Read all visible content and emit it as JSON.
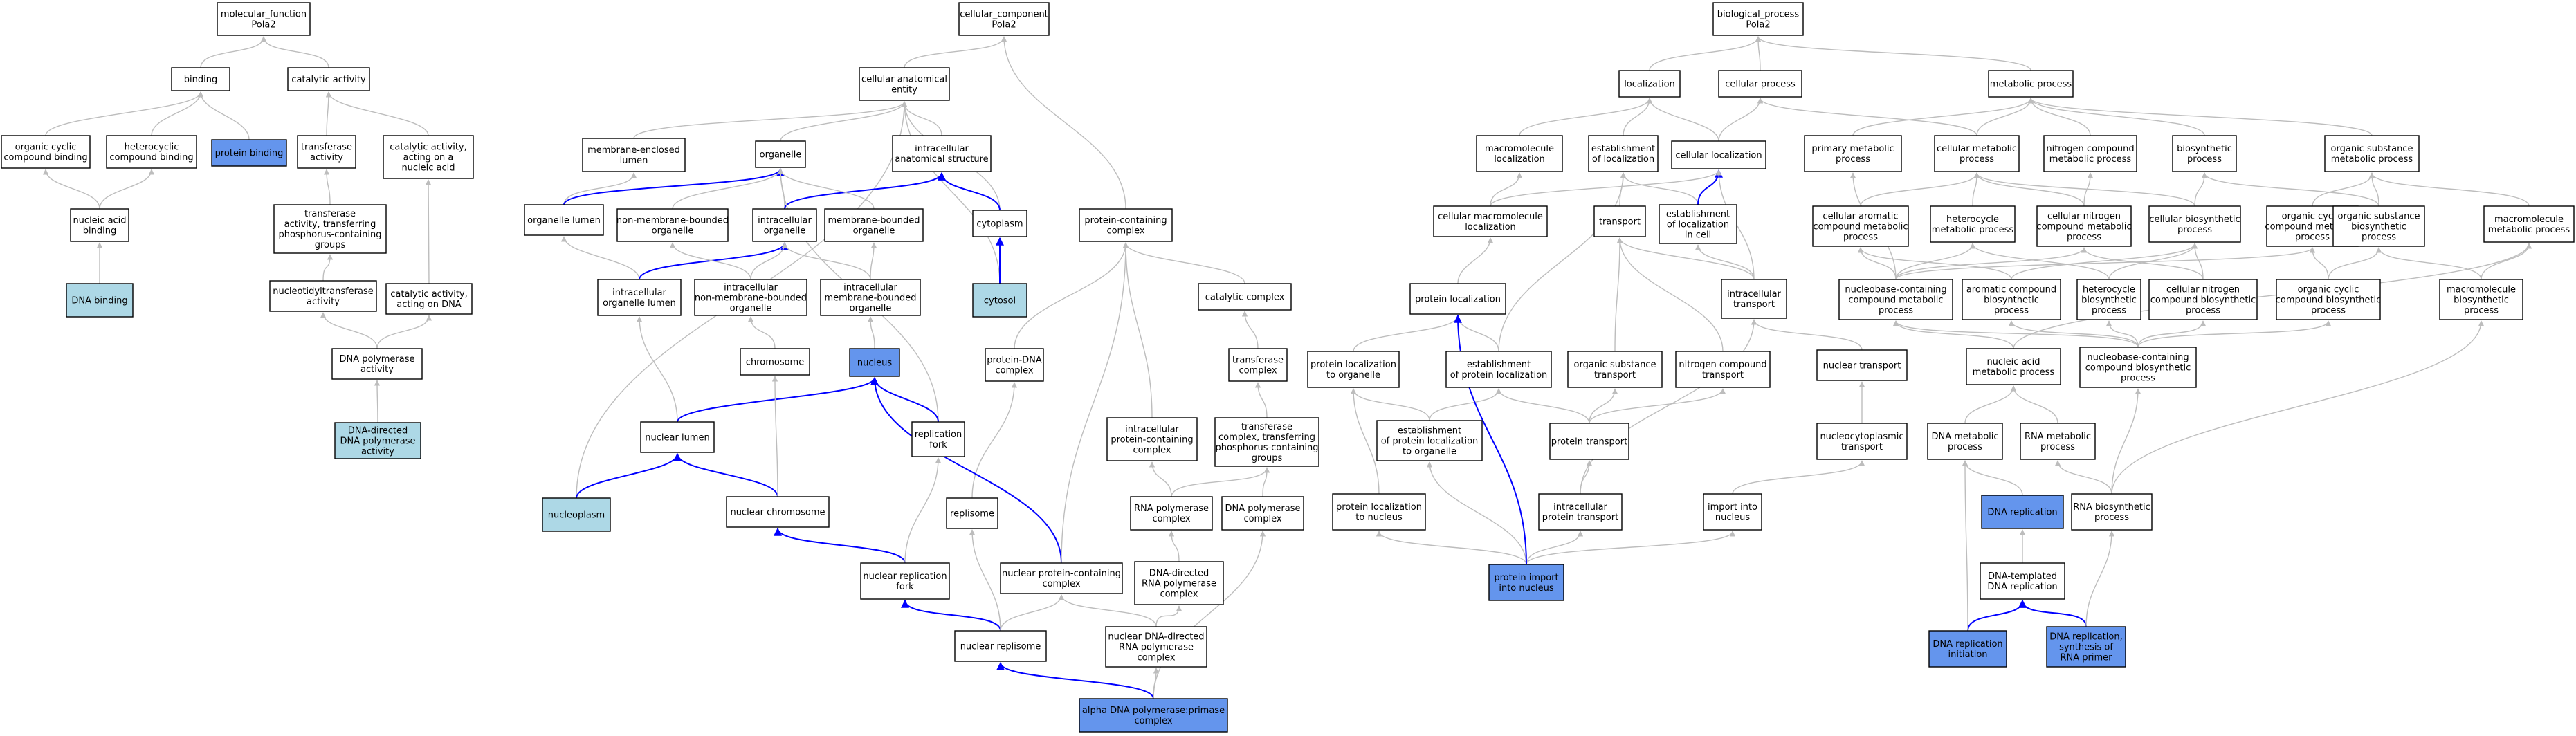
{
  "colors": {
    "edge_gray": "#bdbdbd",
    "edge_blue": "#0000ff",
    "node_border": "#000000",
    "fill_white": "#ffffff",
    "fill_light_blue": "#add8e6",
    "fill_cornflower": "#6495ed"
  },
  "nodes": {
    "mf_root": "molecular_function\nPola2",
    "binding": "binding",
    "catalytic_activity": "catalytic activity",
    "organic_cyclic_binding": "organic cyclic\ncompound binding",
    "heterocyclic_binding": "heterocyclic\ncompound binding",
    "protein_binding": "protein binding",
    "transferase_activity": "transferase\nactivity",
    "catalytic_on_nucleic_acid": "catalytic activity,\nacting on a\nnucleic acid",
    "nucleic_acid_binding": "nucleic acid\nbinding",
    "transferase_phosphorus": "transferase\nactivity, transferring\nphosphorus-containing\ngroups",
    "dna_binding": "DNA binding",
    "nucleotidyltransferase": "nucleotidyltransferase\nactivity",
    "catalytic_on_dna": "catalytic activity,\nacting on DNA",
    "dna_polymerase_activity": "DNA polymerase\nactivity",
    "dna_directed_pol_activity": "DNA-directed\nDNA polymerase\nactivity",
    "cc_root": "cellular_component\nPola2",
    "cellular_anatomical_entity": "cellular anatomical\nentity",
    "membrane_enclosed_lumen": "membrane-enclosed\nlumen",
    "organelle": "organelle",
    "intracellular_anatomical_structure": "intracellular\nanatomical structure",
    "organelle_lumen": "organelle lumen",
    "non_membrane_bounded_organelle": "non-membrane-bounded\norganelle",
    "intracellular_organelle": "intracellular\norganelle",
    "membrane_bounded_organelle": "membrane-bounded\norganelle",
    "cytoplasm": "cytoplasm",
    "protein_containing_complex": "protein-containing\ncomplex",
    "intracellular_organelle_lumen": "intracellular\norganelle lumen",
    "intracellular_nmb_organelle": "intracellular\nnon-membrane-bounded\norganelle",
    "intracellular_mb_organelle": "intracellular\nmembrane-bounded\norganelle",
    "cytosol": "cytosol",
    "catalytic_complex": "catalytic complex",
    "chromosome": "chromosome",
    "nucleus": "nucleus",
    "protein_dna_complex": "protein-DNA\ncomplex",
    "transferase_complex": "transferase\ncomplex",
    "nuclear_lumen": "nuclear lumen",
    "replication_fork": "replication\nfork",
    "intracellular_protein_complex": "intracellular\nprotein-containing\ncomplex",
    "transferase_complex_phosphorus": "transferase\ncomplex, transferring\nphosphorus-containing\ngroups",
    "nucleoplasm": "nucleoplasm",
    "nuclear_chromosome": "nuclear chromosome",
    "replisome": "replisome",
    "rna_polymerase_complex": "RNA polymerase\ncomplex",
    "dna_polymerase_complex": "DNA polymerase\ncomplex",
    "nuclear_replication_fork": "nuclear replication\nfork",
    "nuclear_protein_complex": "nuclear protein-containing\ncomplex",
    "dna_directed_rna_pol_complex": "DNA-directed\nRNA polymerase\ncomplex",
    "nuclear_replisome": "nuclear replisome",
    "nuclear_dna_directed_rna_pol_complex": "nuclear DNA-directed\nRNA polymerase\ncomplex",
    "alpha_dna_pol_primase": "alpha DNA polymerase:primase\ncomplex",
    "bp_root": "biological_process\nPola2",
    "localization": "localization",
    "cellular_process": "cellular process",
    "metabolic_process": "metabolic process",
    "macromolecule_localization": "macromolecule\nlocalization",
    "establishment_of_localization": "establishment\nof localization",
    "cellular_localization": "cellular localization",
    "primary_metabolic_process": "primary metabolic\nprocess",
    "cellular_metabolic_process": "cellular metabolic\nprocess",
    "nitrogen_compound_metabolic": "nitrogen compound\nmetabolic process",
    "biosynthetic_process": "biosynthetic\nprocess",
    "organic_substance_metabolic": "organic substance\nmetabolic process",
    "cellular_macromolecule_localization": "cellular macromolecule\nlocalization",
    "transport": "transport",
    "establishment_of_localization_in_cell": "establishment\nof localization\nin cell",
    "cellular_aromatic_compound_metabolic": "cellular aromatic\ncompound metabolic\nprocess",
    "heterocycle_metabolic": "heterocycle\nmetabolic process",
    "cellular_nitrogen_compound_metabolic": "cellular nitrogen\ncompound metabolic\nprocess",
    "cellular_biosynthetic": "cellular biosynthetic\nprocess",
    "organic_cyclic_compound_metabolic": "organic cyclic\ncompound metabolic\nprocess",
    "organic_substance_biosynthetic": "organic substance\nbiosynthetic\nprocess",
    "macromolecule_metabolic": "macromolecule\nmetabolic process",
    "protein_localization": "protein localization",
    "intracellular_transport": "intracellular\ntransport",
    "nucleobase_containing_metabolic": "nucleobase-containing\ncompound metabolic\nprocess",
    "aromatic_compound_biosynthetic": "aromatic compound\nbiosynthetic\nprocess",
    "heterocycle_biosynthetic": "heterocycle\nbiosynthetic\nprocess",
    "cellular_nitrogen_compound_biosynthetic": "cellular nitrogen\ncompound biosynthetic\nprocess",
    "organic_cyclic_compound_biosynthetic": "organic cyclic\ncompound biosynthetic\nprocess",
    "macromolecule_biosynthetic": "macromolecule\nbiosynthetic\nprocess",
    "protein_localization_to_organelle": "protein localization\nto organelle",
    "establishment_of_protein_localization": "establishment\nof protein localization",
    "organic_substance_transport": "organic substance\ntransport",
    "nitrogen_compound_transport": "nitrogen compound\ntransport",
    "nuclear_transport": "nuclear transport",
    "nucleic_acid_metabolic": "nucleic acid\nmetabolic process",
    "nucleobase_containing_biosynthetic": "nucleobase-containing\ncompound biosynthetic\nprocess",
    "establishment_protein_loc_to_organelle": "establishment\nof protein localization\nto organelle",
    "protein_transport": "protein transport",
    "nucleocytoplasmic_transport": "nucleocytoplasmic\ntransport",
    "dna_metabolic_process": "DNA metabolic\nprocess",
    "rna_metabolic_process": "RNA metabolic\nprocess",
    "protein_localization_to_nucleus": "protein localization\nto nucleus",
    "intracellular_protein_transport": "intracellular\nprotein transport",
    "import_into_nucleus": "import into\nnucleus",
    "dna_replication": "DNA replication",
    "rna_biosynthetic": "RNA biosynthetic\nprocess",
    "protein_import_into_nucleus": "protein import\ninto nucleus",
    "dna_templated_dna_replication": "DNA-templated\nDNA replication",
    "dna_replication_initiation": "DNA replication\ninitiation",
    "dna_replication_rna_primer": "DNA replication,\nsynthesis of\nRNA primer"
  }
}
